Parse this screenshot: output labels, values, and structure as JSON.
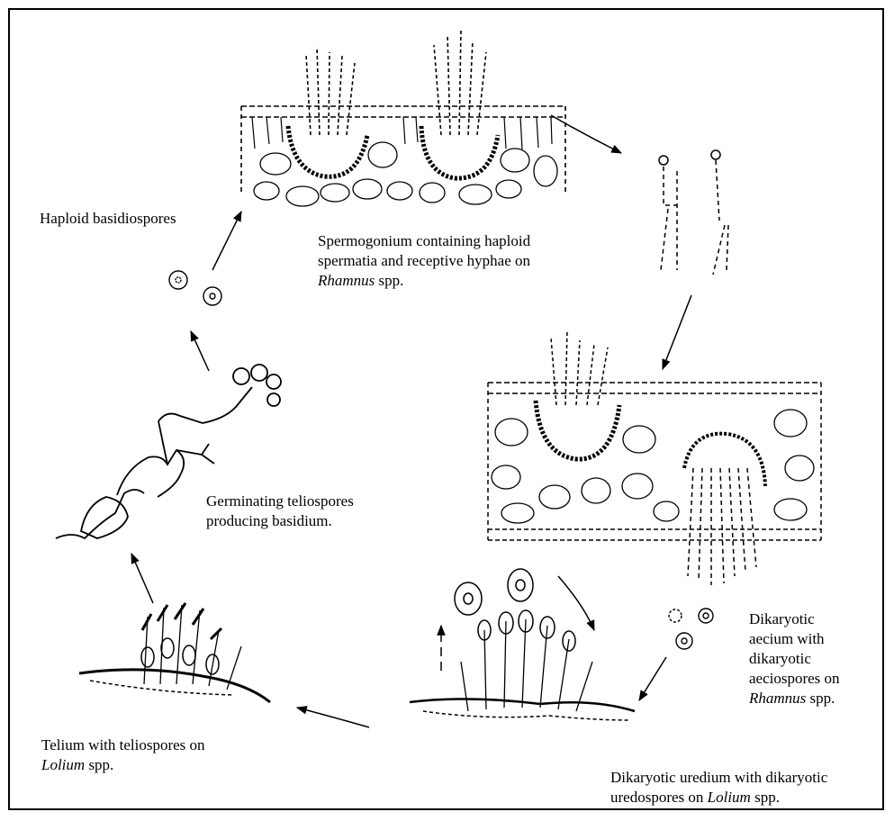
{
  "diagram": {
    "labels": {
      "basidiospores": {
        "line1": "Haploid basidiospores"
      },
      "spermogonium": {
        "line1": "Spermogonium containing haploid",
        "line2": "spermatia and receptive hyphae on",
        "host": "Rhamnus",
        "suffix": " spp."
      },
      "germinating": {
        "line1": "Germinating teliospores",
        "line2": "producing basidium."
      },
      "aecium": {
        "line1": "Dikaryotic",
        "line2": "aecium with",
        "line3": "dikaryotic",
        "line4": "aeciospores on",
        "host": "Rhamnus",
        "suffix": " spp."
      },
      "telium": {
        "line1": "Telium with teliospores on",
        "host": "Lolium",
        "suffix": " spp."
      },
      "uredium": {
        "line1": "Dikaryotic uredium with dikaryotic",
        "line2": "uredospores on ",
        "host": "Lolium",
        "suffix": " spp."
      }
    }
  }
}
